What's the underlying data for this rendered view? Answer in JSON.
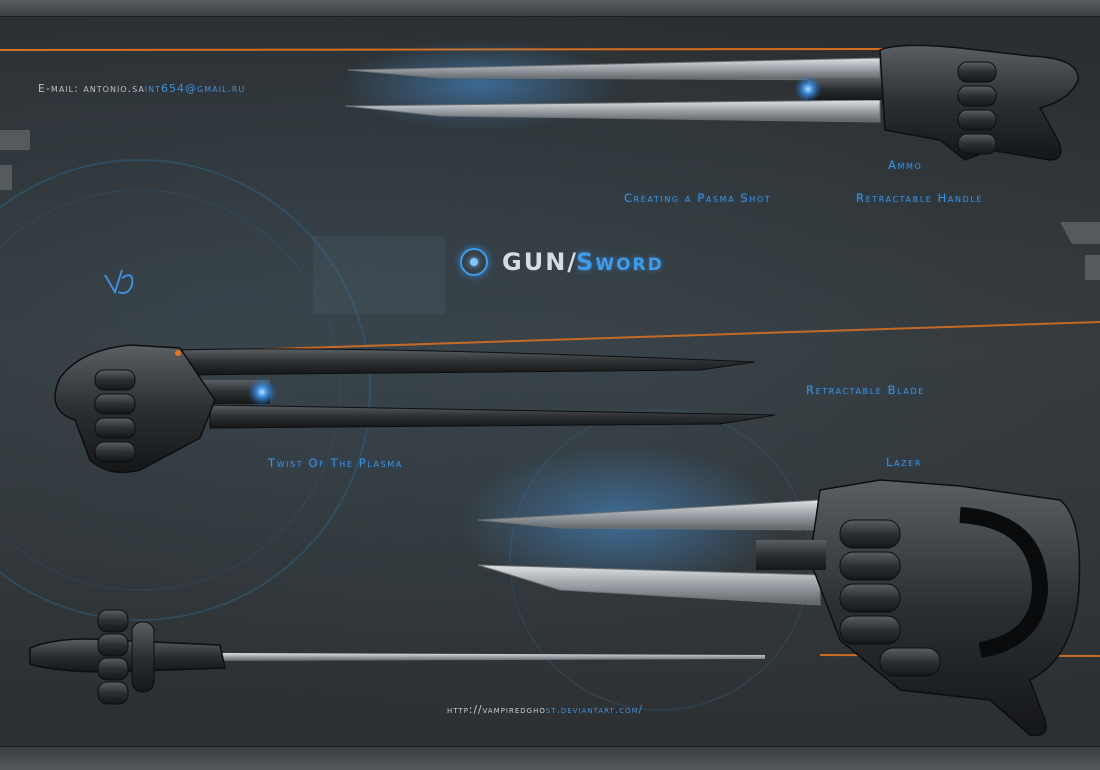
{
  "contact": {
    "email_part1": "E-mail: antonio.sa",
    "email_part2": "int654@gmail.ru"
  },
  "title": {
    "main": "GUN",
    "separator": "/",
    "accent": "Sword"
  },
  "labels": {
    "ammo": "Ammo",
    "plasma_shot": "Creating a Pasma Shot",
    "retractable_handle": "Retractable Handle",
    "retractable_blade": "Retractable Blade",
    "twist_plasma": "Twist Of The Plasma",
    "lazer": "Lazer"
  },
  "footer": {
    "url_part1": "http://vampiredgho",
    "url_part2": "st.deviantart.com/"
  },
  "colors": {
    "accent": "#3f8fd8",
    "laser": "#e8741e",
    "glow": "#4aa8ff",
    "steel": "#b7bcc0",
    "dark_metal": "#1c1e20"
  },
  "icons": {
    "title_icon": "power-icon"
  }
}
